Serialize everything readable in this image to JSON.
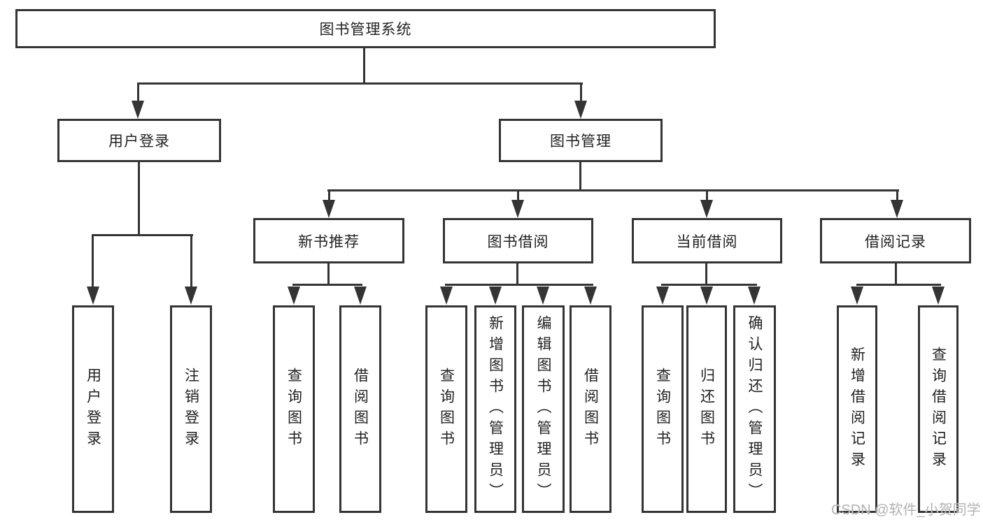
{
  "tree": {
    "label": "图书管理系统",
    "children": [
      {
        "label": "用户登录",
        "children": [
          {
            "label": "用户登录"
          },
          {
            "label": "注销登录"
          }
        ]
      },
      {
        "label": "图书管理",
        "children": [
          {
            "label": "新书推荐",
            "children": [
              {
                "label": "查询图书"
              },
              {
                "label": "借阅图书"
              }
            ]
          },
          {
            "label": "图书借阅",
            "children": [
              {
                "label": "查询图书"
              },
              {
                "label": "新增图书（管理员）"
              },
              {
                "label": "编辑图书（管理员）"
              },
              {
                "label": "借阅图书"
              }
            ]
          },
          {
            "label": "当前借阅",
            "children": [
              {
                "label": "查询图书"
              },
              {
                "label": "归还图书"
              },
              {
                "label": "确认归还（管理员）"
              }
            ]
          },
          {
            "label": "借阅记录",
            "children": [
              {
                "label": "新增借阅记录"
              },
              {
                "label": "查询借阅记录"
              }
            ]
          }
        ]
      }
    ]
  },
  "watermark": {
    "text": "CSDN @软件_小贺同学"
  },
  "colors": {
    "line": "#343434",
    "text": "#222222",
    "background": "#ffffff",
    "watermark": "#b2b2b2"
  }
}
